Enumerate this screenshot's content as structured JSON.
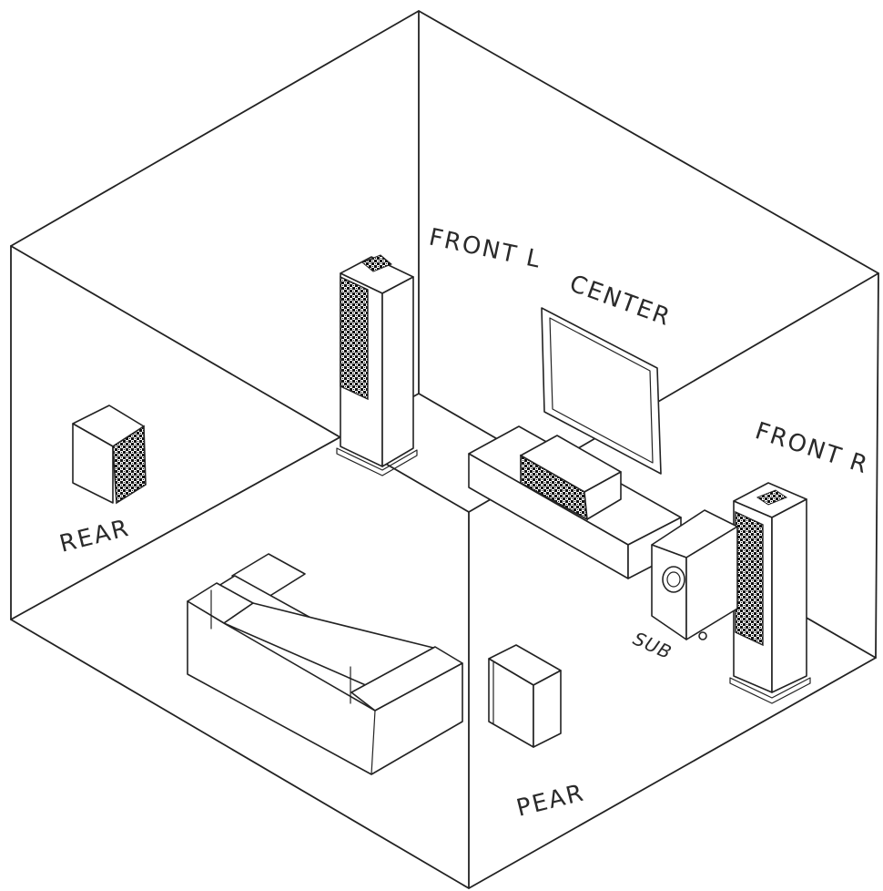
{
  "labels": {
    "front_l": "FRONT L",
    "center": "CENTER",
    "front_r": "FRONT R",
    "rear_left": "REAR",
    "rear_right": "PEAR",
    "sub": "SUB"
  },
  "colors": {
    "line": "#222222",
    "grille": "#111111",
    "background": "#ffffff"
  }
}
